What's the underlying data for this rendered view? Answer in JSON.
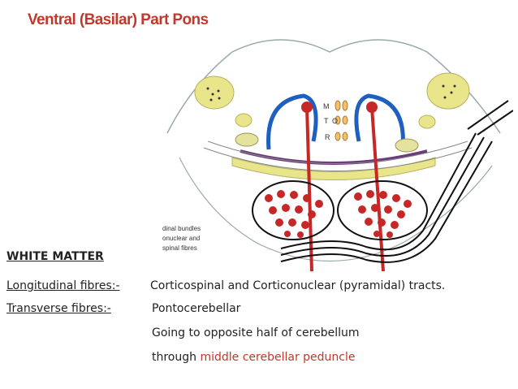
{
  "slide": {
    "title": "Ventral (Basilar) Part Pons"
  },
  "diagram": {
    "labels": {
      "m": "M",
      "t": "T",
      "o": "O",
      "r": "R",
      "partial_1": "dinal bundles",
      "partial_2": "onuclear and",
      "partial_3": "spinal fibres"
    }
  },
  "content": {
    "heading": "WHITE MATTER",
    "longitudinal_label": "Longitudinal fibres:-",
    "longitudinal_text": "Corticospinal and Corticonuclear (pyramidal) tracts.",
    "transverse_label": "Transverse fibres:-",
    "transverse_text": "Pontocerebellar",
    "line3": "Going to opposite half of cerebellum",
    "line4_prefix": "through",
    "line4_highlight": "middle cerebellar peduncle"
  },
  "colors": {
    "title": "#c0392b",
    "highlight": "#c0392b",
    "tract_red": "#c62828",
    "tract_blue": "#1f5fbf",
    "nucleus_yellow": "#e9e58a"
  }
}
